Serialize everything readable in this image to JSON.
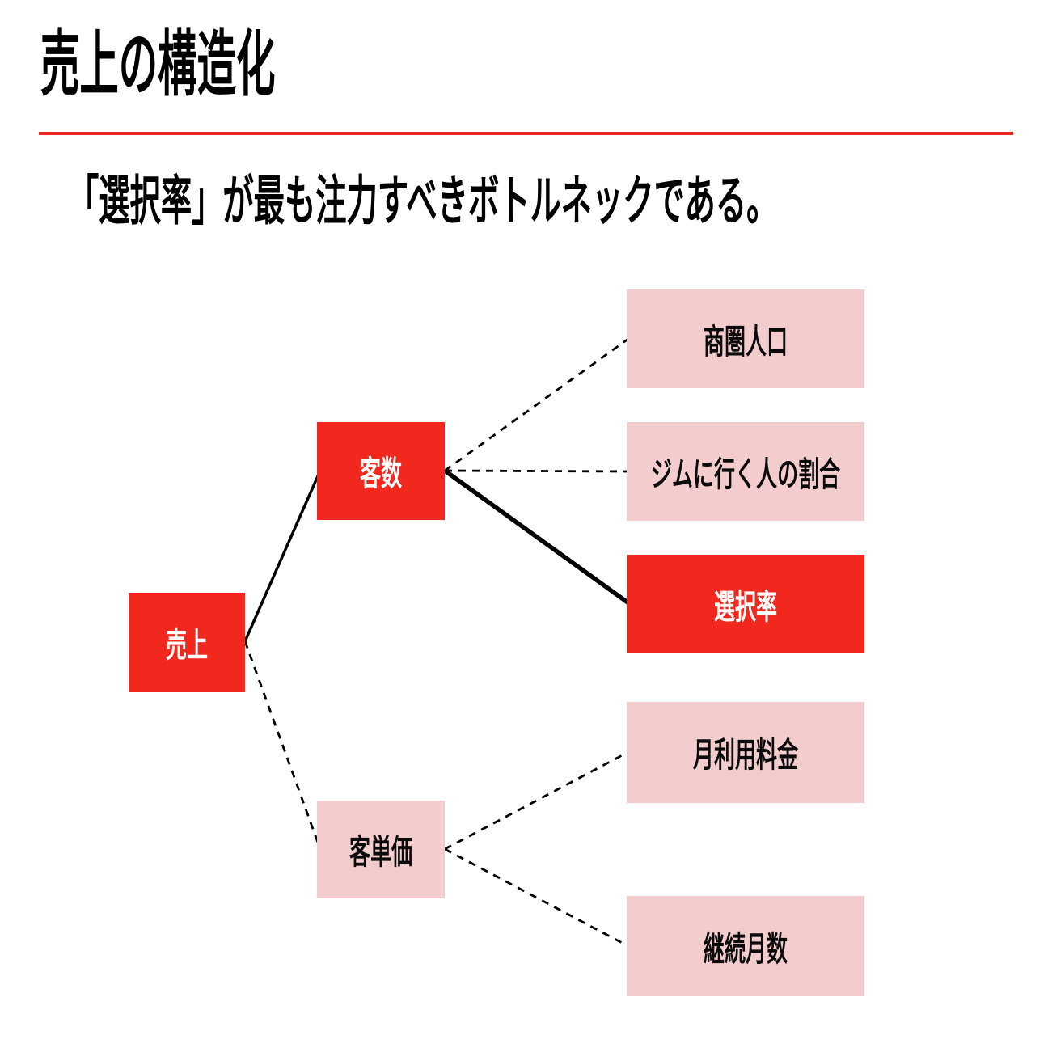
{
  "slide": {
    "title": "売上の構造化",
    "subtitle": "「選択率」が最も注力すべきボトルネックである。"
  },
  "colors": {
    "accent_red": "#F2281E",
    "light_pink": "#F3CDCD",
    "line_black": "#000000",
    "title_rule_red": "#F2281E"
  },
  "tree": {
    "root": {
      "label": "売上",
      "emphasis": "high"
    },
    "branches": [
      {
        "label": "客数",
        "emphasis": "high",
        "link_from_root": "solid"
      },
      {
        "label": "客単価",
        "emphasis": "low",
        "link_from_root": "dashed"
      }
    ],
    "leaves": [
      {
        "label": "商圏人口",
        "parent": "客数",
        "emphasis": "low",
        "link": "dashed"
      },
      {
        "label": "ジムに行く人の割合",
        "parent": "客数",
        "emphasis": "low",
        "link": "dashed"
      },
      {
        "label": "選択率",
        "parent": "客数",
        "emphasis": "high",
        "link": "solid-bold"
      },
      {
        "label": "月利用料金",
        "parent": "客単価",
        "emphasis": "low",
        "link": "dashed"
      },
      {
        "label": "継続月数",
        "parent": "客単価",
        "emphasis": "low",
        "link": "dashed"
      }
    ]
  }
}
